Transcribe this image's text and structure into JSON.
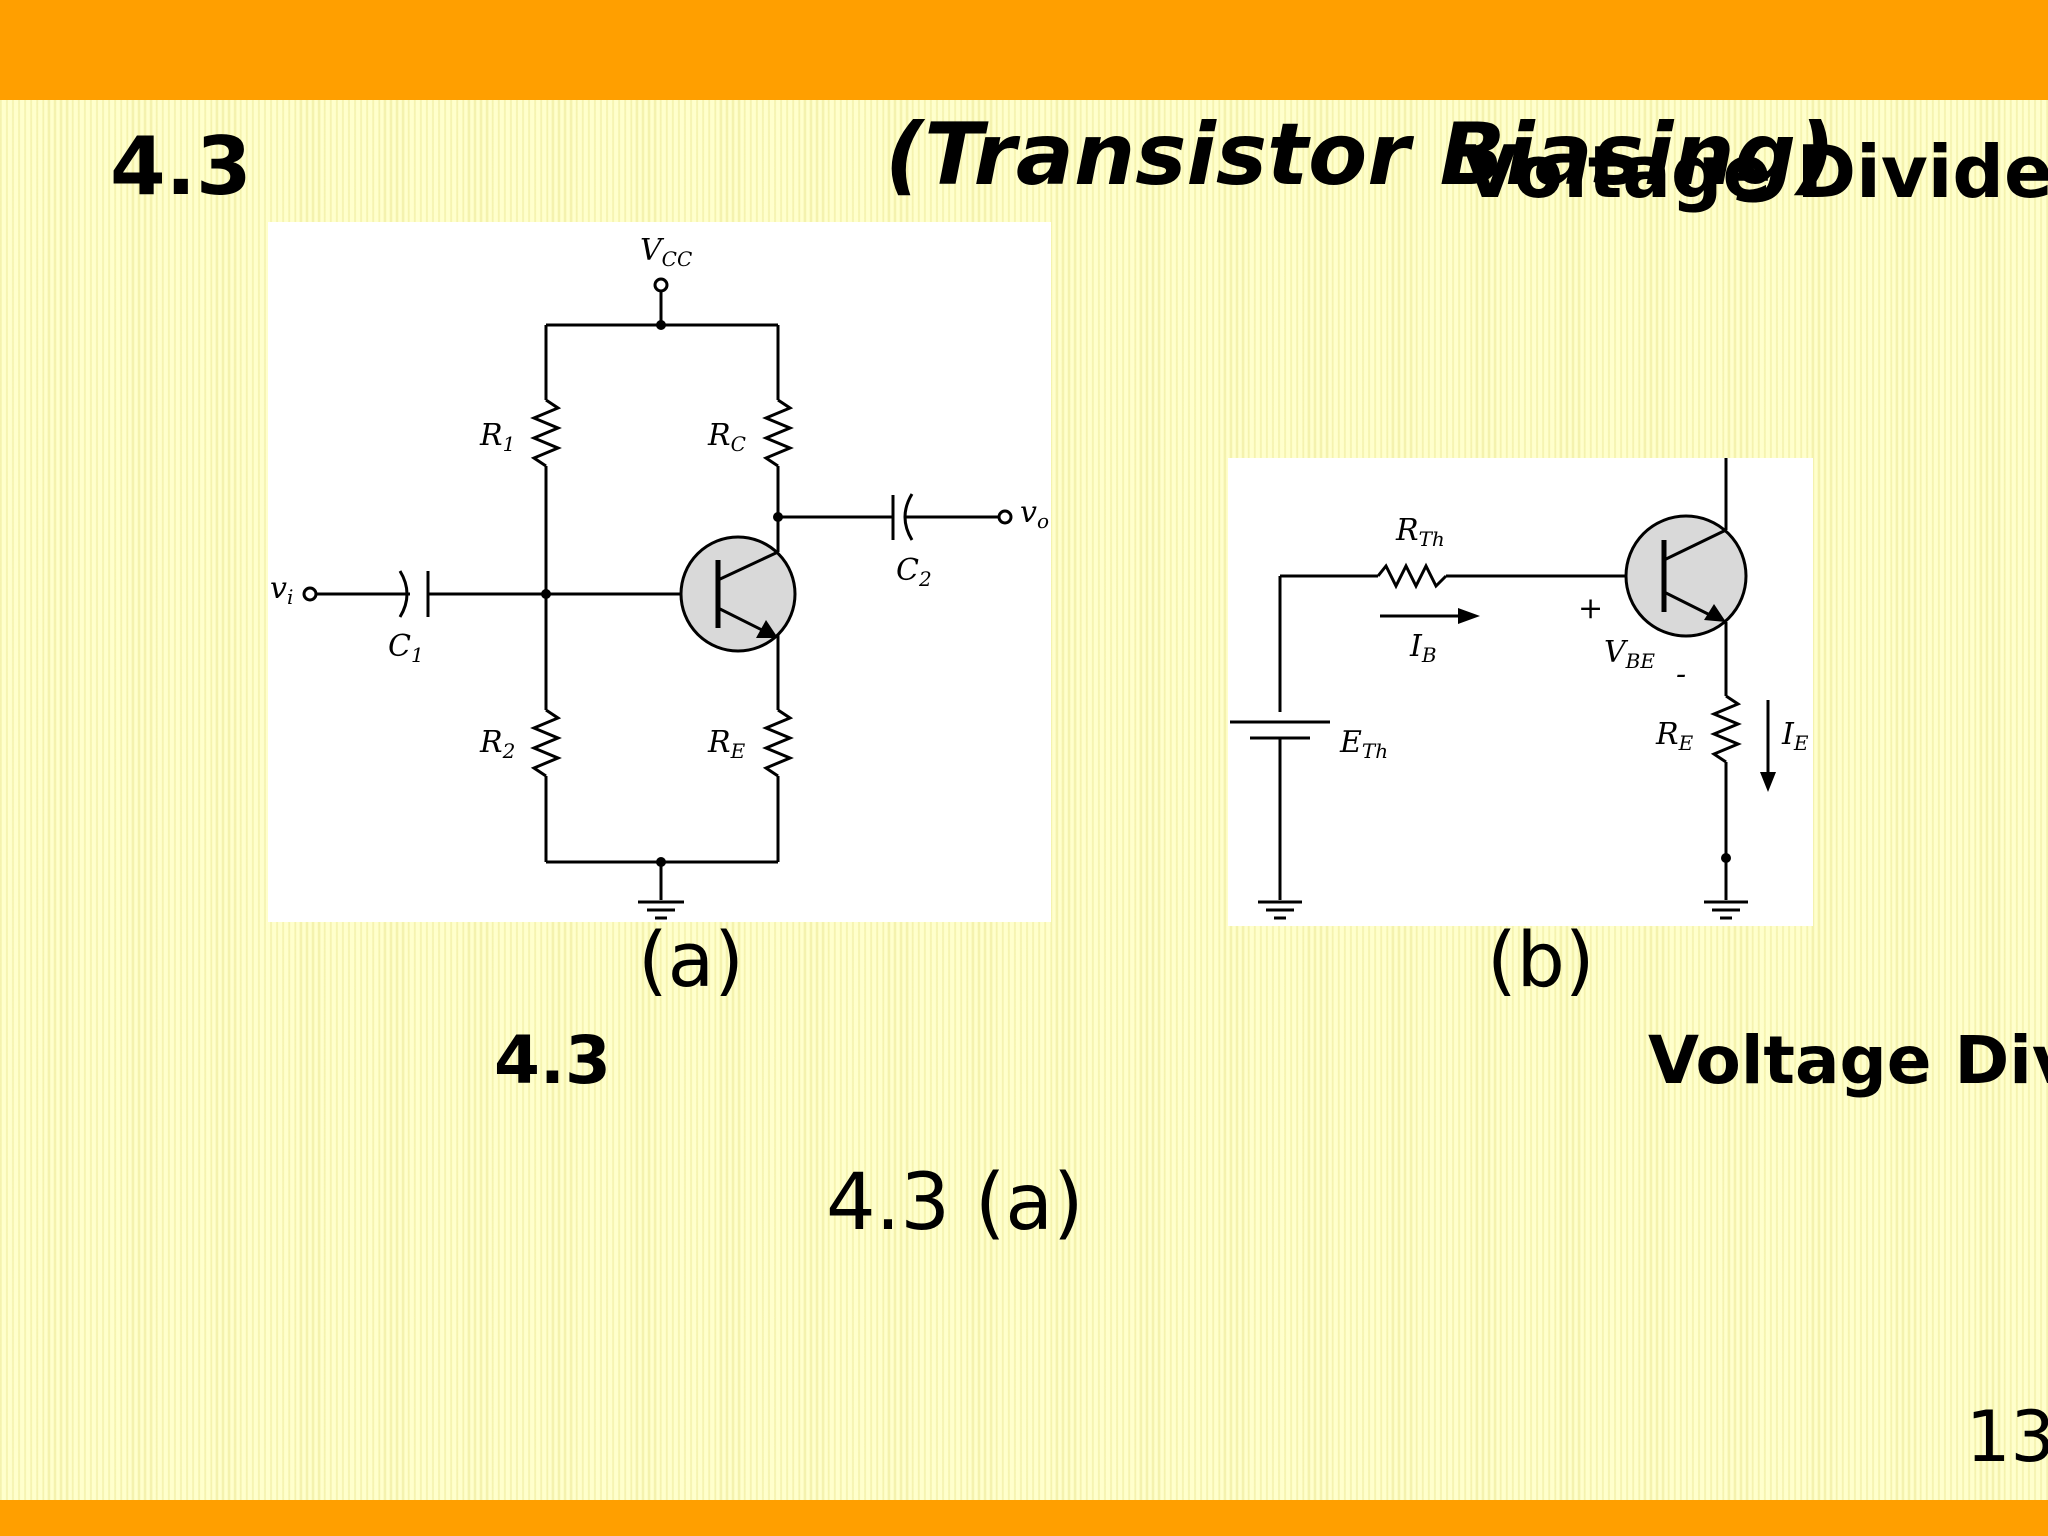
{
  "slide": {
    "title_number": "4.3",
    "title_subtitle": "(Transistor Biasing)",
    "title_main": "Voltage Divider",
    "caption_a": "(a)",
    "caption_b": "(b)",
    "figure_number": "4.3",
    "figure_title": "Voltage Divi",
    "body_reference": "4.3 (a)",
    "page_number": "13"
  },
  "colors": {
    "bar": "#ff9f00",
    "background": "#ffffcc",
    "transistor_fill": "#d9d9d9"
  },
  "circuit_a": {
    "vcc": "V",
    "vcc_sub": "CC",
    "r1": "R",
    "r1_sub": "1",
    "rc": "R",
    "rc_sub": "C",
    "r2": "R",
    "r2_sub": "2",
    "re": "R",
    "re_sub": "E",
    "c1": "C",
    "c1_sub": "1",
    "c2": "C",
    "c2_sub": "2",
    "vi": "v",
    "vi_sub": "i",
    "vo": "v",
    "vo_sub": "o"
  },
  "circuit_b": {
    "rth": "R",
    "rth_sub": "Th",
    "ib": "I",
    "ib_sub": "B",
    "vbe": "V",
    "vbe_sub": "BE",
    "plus": "+",
    "minus": "-",
    "eth": "E",
    "eth_sub": "Th",
    "re": "R",
    "re_sub": "E",
    "ie": "I",
    "ie_sub": "E"
  }
}
